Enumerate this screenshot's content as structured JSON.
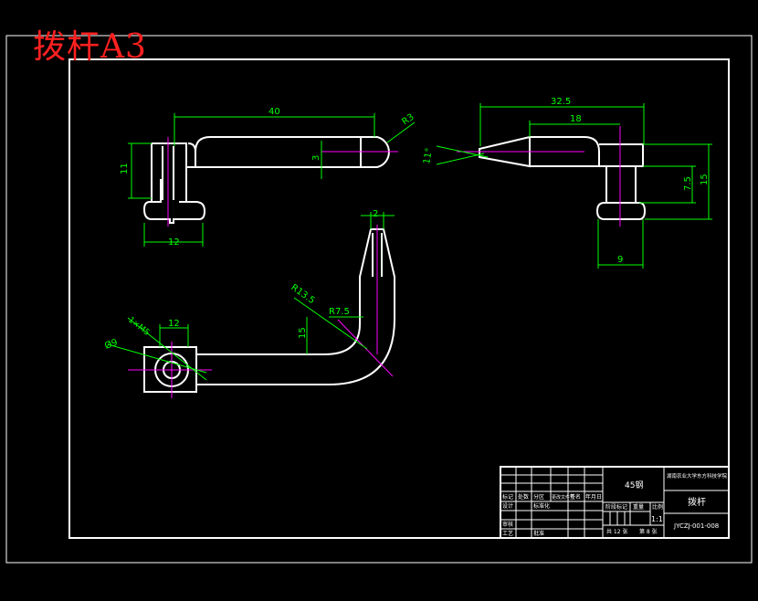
{
  "drawing": {
    "stamp_title": "拨杆A3",
    "colors": {
      "background": "#000000",
      "outline": "#ffffff",
      "dimension": "#00ff00",
      "centerline": "#ff00ff",
      "stamp": "#ff2020"
    }
  },
  "dimensions": {
    "top_left_length": "40",
    "top_left_radius": "R3",
    "top_left_height": "11",
    "top_left_thickness": "3",
    "top_left_base_width": "12",
    "top_right_length": "32.5",
    "top_right_inner": "18",
    "top_right_angle": "11°",
    "top_right_height": "15",
    "top_right_inner_height": "7.5",
    "top_right_base_width": "9",
    "bottom_tip_width": "2",
    "bottom_outer_radius": "R13.5",
    "bottom_inner_radius": "R7.5",
    "bottom_vertical": "15",
    "bottom_square": "12",
    "bottom_thread": "1×M5",
    "bottom_hole": "Ø9"
  },
  "title_block": {
    "material": "45钢",
    "organization": "湖南农业大学东方科技学院",
    "part_name": "拨杆",
    "drawing_number": "JYCZJ-001-008",
    "scale": "1:1",
    "sheet_total": "共 12 张",
    "sheet_index": "第 8 张",
    "label_design": "设计",
    "label_check": "审核",
    "label_process": "工艺",
    "label_mark": "标记",
    "label_qty": "处数",
    "label_zone": "分区",
    "label_change": "更改文件号",
    "label_sign": "签名",
    "label_date": "年月日",
    "label_stage": "阶段标记",
    "label_weight": "重量",
    "label_ratio": "比例",
    "label_standard": "标准化",
    "label_approve": "批准"
  }
}
